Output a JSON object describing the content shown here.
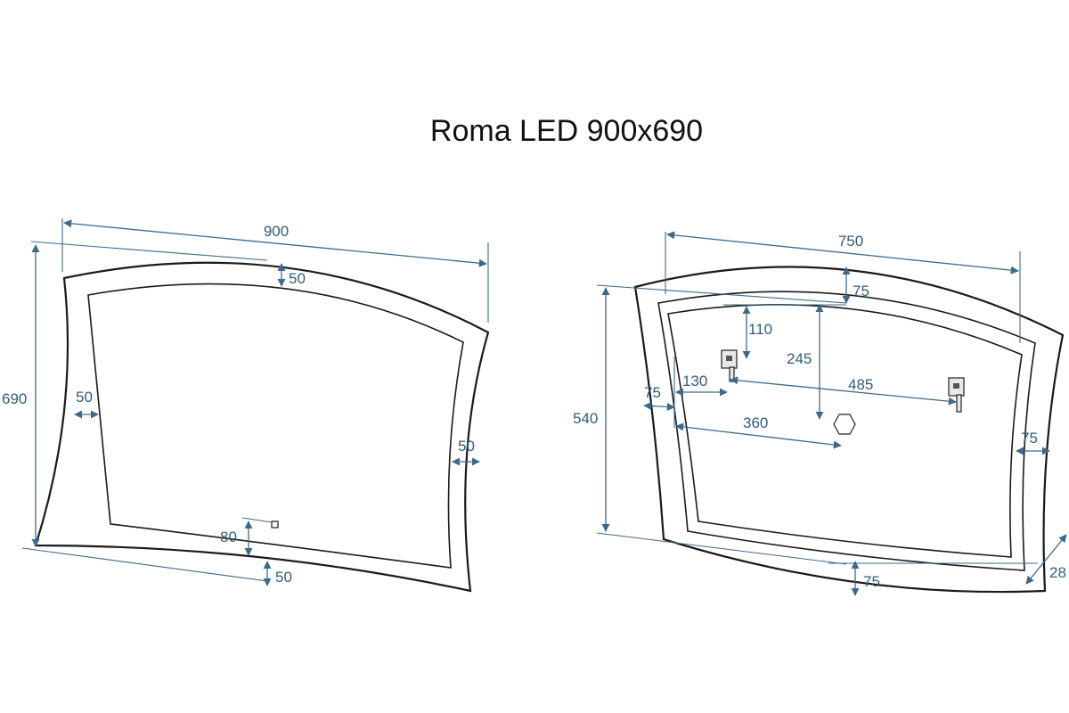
{
  "title": "Roma LED 900x690",
  "front_view": {
    "width": "900",
    "height": "690",
    "top_border": "50",
    "left_border": "50",
    "right_border": "50",
    "bottom_border": "50",
    "sensor_offset": "80"
  },
  "back_view": {
    "width": "750",
    "height": "540",
    "top_offset": "75",
    "hook_top": "110",
    "center_height": "245",
    "hook_inset": "130",
    "hook_spacing": "485",
    "left_offset": "75",
    "center_offset": "360",
    "right_offset": "75",
    "bottom_offset": "75",
    "depth": "28"
  },
  "colors": {
    "dimension": "#3d6a8c",
    "dimension_text": "#2f5d7a",
    "outline": "#1a1a1a"
  }
}
